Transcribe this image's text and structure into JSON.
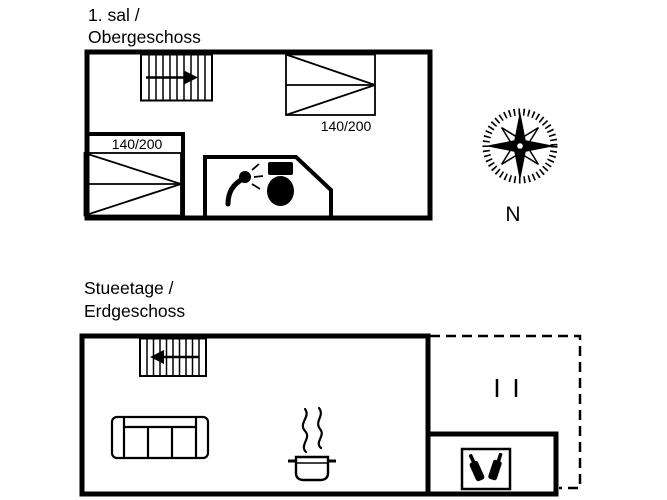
{
  "page": {
    "background": "#ffffff",
    "line_color": "#000000"
  },
  "upper_floor": {
    "title_line1": "1. sal /",
    "title_line2": "Obergeschoss",
    "bed_top_label": "140/200",
    "bed_left_label": "140/200",
    "icons": [
      "staircase-icon",
      "double-bed-icon-top",
      "double-bed-icon-left",
      "shower-icon",
      "toilet-icon"
    ]
  },
  "compass": {
    "label": "N",
    "icon": "compass-rose-icon"
  },
  "ground_floor": {
    "title_line1": "Stueetage /",
    "title_line2": "Erdgeschoss",
    "icons": [
      "staircase-icon",
      "sofa-icon",
      "cooking-pot-icon",
      "steam-icon",
      "bottles-box-icon",
      "gate-marks",
      "terrace-dashed-outline"
    ]
  }
}
